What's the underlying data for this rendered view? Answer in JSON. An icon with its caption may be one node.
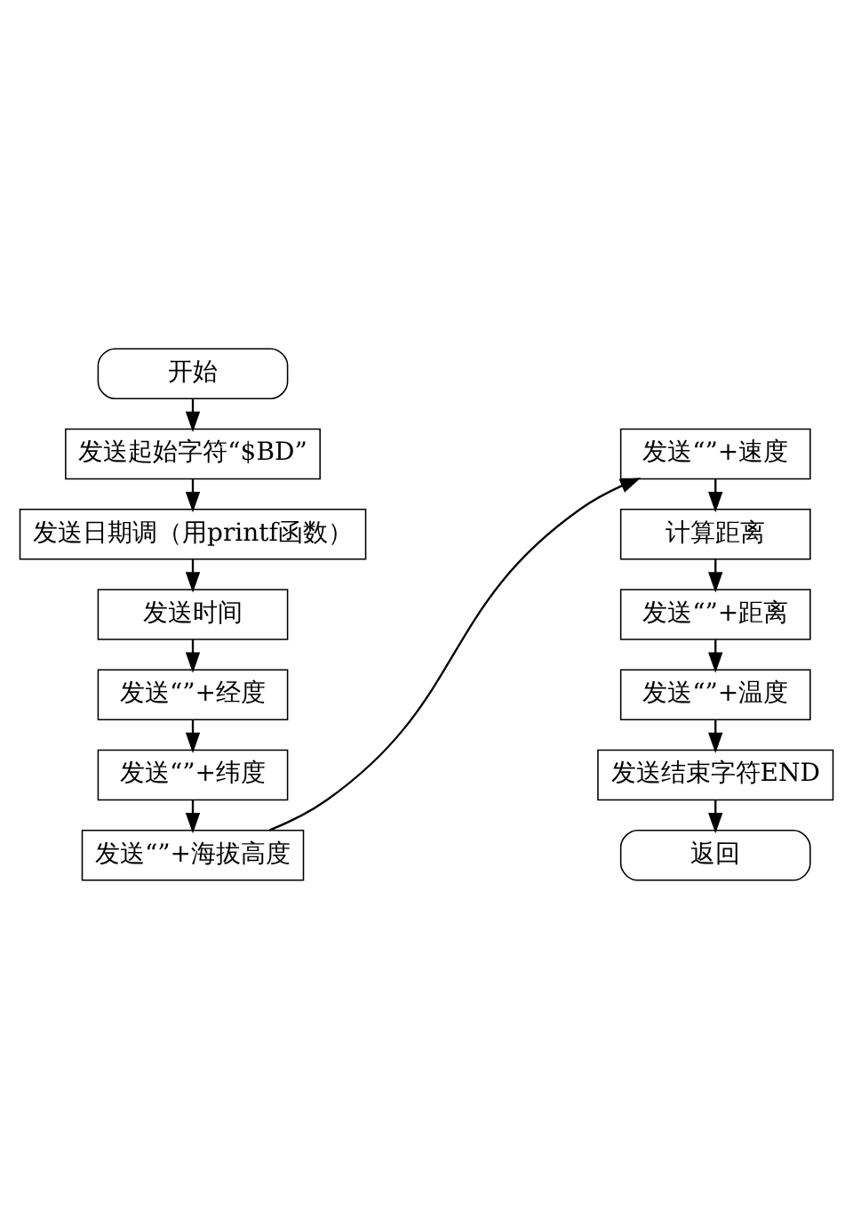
{
  "diagram": {
    "nodes": [
      {
        "text": [
          "开始"
        ]
      },
      {
        "text": [
          "发送起始字符“$BD”"
        ]
      },
      {
        "text": [
          "发送日期调（用printf函数）"
        ]
      },
      {
        "text": [
          "发送时间"
        ]
      },
      {
        "text": [
          "发送“”+经度"
        ]
      },
      {
        "text": [
          "发送“”+纬度"
        ]
      },
      {
        "text": [
          "发送“”+海拔高度"
        ]
      },
      {
        "text": [
          "发送“”+速度"
        ]
      },
      {
        "text": [
          "计算距离"
        ]
      },
      {
        "text": [
          "发送“”+距离"
        ]
      },
      {
        "text": [
          "发送“”+温度"
        ]
      },
      {
        "text": [
          "发送结束字符END"
        ]
      },
      {
        "text": [
          "返回"
        ]
      }
    ],
    "edges": [
      {
        "from": 0,
        "to": 1,
        "arrow": "to"
      },
      {
        "from": 1,
        "to": 2,
        "arrow": "to"
      },
      {
        "from": 2,
        "to": 3,
        "arrow": "to"
      },
      {
        "from": 3,
        "to": 4,
        "arrow": "to"
      },
      {
        "from": 4,
        "to": 5,
        "arrow": "to"
      },
      {
        "from": 5,
        "to": 6,
        "arrow": "to"
      },
      {
        "from": 6,
        "to": 7,
        "arrow": "to"
      },
      {
        "from": 7,
        "to": 8,
        "arrow": "to"
      },
      {
        "from": 8,
        "to": 9,
        "arrow": "to"
      },
      {
        "from": 9,
        "to": 10,
        "arrow": "to"
      },
      {
        "from": 10,
        "to": 11,
        "arrow": "to"
      },
      {
        "from": 11,
        "to": 12,
        "arrow": "to"
      }
    ]
  }
}
